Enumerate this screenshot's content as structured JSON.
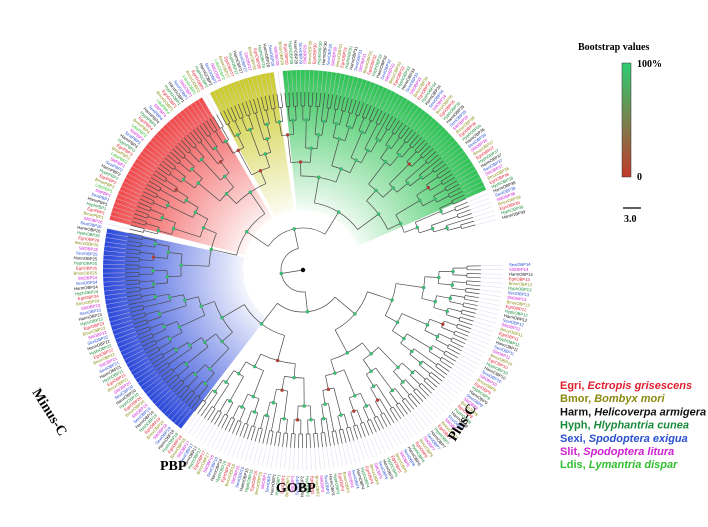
{
  "clades": [
    {
      "id": "minus-c",
      "label": "Minus-C",
      "color": "#1f3fd8",
      "start": 100,
      "end": 150
    },
    {
      "id": "pbp",
      "label": "PBP",
      "color": "#f04040",
      "start": 152,
      "end": 187
    },
    {
      "id": "gobp",
      "label": "GOBP",
      "color": "#c8c81e",
      "start": 189,
      "end": 204
    },
    {
      "id": "plus-c",
      "label": "Plus-C",
      "color": "#22c04a",
      "start": 206,
      "end": 262
    }
  ],
  "legend": {
    "title": "Bootstrap values",
    "max_label": "100%",
    "min_label": "0",
    "gradient_top": "#2ecc71",
    "gradient_bottom": "#c0392b",
    "scale_label": "3.0"
  },
  "species": [
    {
      "code": "Egri",
      "latin": "Ectropis grisescens",
      "color": "#e0202e"
    },
    {
      "code": "Bmor",
      "latin": "Bombyx mori",
      "color": "#8a8a10"
    },
    {
      "code": "Harm",
      "latin": "Helicoverpa armigera",
      "color": "#111111"
    },
    {
      "code": "Hyph",
      "latin": "Hlyphantria cunea",
      "color": "#1a8a3a"
    },
    {
      "code": "Sexi",
      "latin": "Spodoptera exigua",
      "color": "#2a4fd0"
    },
    {
      "code": "Slit",
      "latin": "Spodoptera litura",
      "color": "#d020d0"
    },
    {
      "code": "Ldis",
      "latin": "Lymantria dispar",
      "color": "#30c030"
    }
  ],
  "leaves": [
    "SexiOBP14",
    "SlitOBP14",
    "HarmOBP14",
    "EgriOBP13",
    "BmorOBP13",
    "HyphOBP13",
    "SexiOBP13",
    "SlitOBP13",
    "BmorOBP12",
    "EgriOBP12",
    "HyphOBP12",
    "HarmOBP12",
    "SexiOBP12",
    "SlitOBP12",
    "BmorOBP11",
    "EgriOBP11",
    "HyphOBP11",
    "HarmOBP11",
    "SexiOBP11",
    "SlitOBP11",
    "BmorOBP10",
    "EgriOBP10",
    "HyphOBP10",
    "HarmOBP10",
    "SexiOBP10",
    "SlitOBP10",
    "BmorOBP9",
    "EgriOBP9",
    "HyphOBP9",
    "HarmOBP9",
    "SexiOBP9",
    "SlitOBP9",
    "BmorOBP8",
    "EgriOBP8",
    "HyphOBP8",
    "HarmOBP8",
    "SexiOBP8",
    "SlitOBP8",
    "BmorOBP7",
    "EgriOBP7",
    "HyphOBP7",
    "HarmOBP7",
    "SexiOBP7",
    "SlitOBP7",
    "BmorOBP6",
    "EgriOBP6",
    "HyphOBP6",
    "HarmOBP6",
    "SexiOBP6",
    "SlitOBP6",
    "BmorOBP5",
    "EgriOBP5",
    "HyphOBP5",
    "HarmOBP5",
    "SexiOBP5",
    "SlitOBP5",
    "BmorOBP4",
    "EgriOBP4",
    "HyphOBP4",
    "HarmOBP4",
    "SexiOBP4",
    "SlitOBP4",
    "BmorOBP3",
    "EgriOBP3",
    "HyphOBP3",
    "HarmOBP3",
    "SexiOBP3",
    "SlitOBP3",
    "BmorOBP2",
    "EgriOBP2",
    "HyphOBP2",
    "HarmOBP2",
    "SexiOBP2",
    "SlitOBP2",
    "BmorOBP1",
    "EgriOBP1",
    "HyphOBP1",
    "HarmOBP1",
    "SexiOBP1",
    "SlitOBP1",
    "BmorOBP15",
    "EgriOBP15",
    "HyphOBP15",
    "HarmOBP15",
    "SexiOBP15",
    "SlitOBP15",
    "BmorOBP16",
    "EgriOBP16",
    "HyphOBP16",
    "HarmOBP16",
    "SexiOBP16",
    "SlitOBP16",
    "BmorOBP17",
    "EgriOBP17",
    "HyphOBP17",
    "HarmOBP17",
    "SexiOBP17",
    "SlitOBP17",
    "BmorOBP18",
    "EgriOBP18",
    "HyphOBP18",
    "HarmOBP18",
    "SexiOBP18",
    "SlitOBP18",
    "BmorOBP19",
    "EgriOBP19",
    "HyphOBP19",
    "HarmOBP19",
    "SexiOBP19",
    "SlitOBP19",
    "BmorOBP20",
    "EgriOBP20",
    "HyphOBP20",
    "HarmOBP20",
    "SexiOBP20",
    "SlitOBP20",
    "BmorOBP21",
    "EgriOBP21",
    "HyphOBP21",
    "HarmOBP21",
    "SexiOBP21",
    "SlitOBP21",
    "BmorOBP22",
    "EgriOBP22",
    "HyphOBP22",
    "HarmOBP22",
    "SexiOBP22",
    "SlitOBP22",
    "BmorOBP23",
    "EgriOBP23",
    "HyphOBP23",
    "HarmOBP23",
    "SexiOBP23",
    "SlitOBP23",
    "BmorOBP24",
    "EgriOBP24",
    "HyphOBP24",
    "HarmOBP24",
    "SexiOBP24",
    "SlitOBP24",
    "BmorOBP25",
    "EgriOBP25",
    "HyphOBP25",
    "HarmOBP25",
    "SexiOBP25",
    "SlitOBP25",
    "BmorOBP26",
    "EgriOBP26",
    "HyphOBP26",
    "HarmOBP26",
    "SexiOBP26",
    "SlitOBP26",
    "BmorPBP1",
    "EgriPBP1",
    "HyphPBP1",
    "HarmPBP1",
    "SexiPBP1",
    "SlitPBP1",
    "LdisPBP1",
    "BmorPBP2",
    "EgriPBP2",
    "HyphPBP2",
    "HarmPBP2",
    "SexiPBP2",
    "SlitPBP2",
    "LdisPBP2",
    "BmorPBP3",
    "EgriPBP3",
    "HyphPBP3",
    "HarmPBP3",
    "SexiPBP3",
    "SlitPBP3",
    "LdisPBP3",
    "BmorPBP4",
    "EgriPBP4",
    "HyphPBP4",
    "HarmPBP4",
    "SexiPBP4",
    "SlitPBP4",
    "LdisPBP4",
    "BmorGOBP1",
    "EgriGOBP1",
    "HyphGOBP1",
    "HarmGOBP1",
    "SexiGOBP1",
    "SlitGOBP1",
    "LdisGOBP1",
    "BmorGOBP2",
    "EgriGOBP2",
    "HyphGOBP2",
    "HarmGOBP2",
    "SexiGOBP2",
    "SlitGOBP2",
    "LdisGOBP2",
    "BmorOBP27",
    "EgriOBP27",
    "HyphOBP27",
    "HarmOBP27",
    "SexiOBP27",
    "SlitOBP27",
    "BmorOBP28",
    "EgriOBP28",
    "HyphOBP28",
    "HarmOBP28",
    "SexiOBP28",
    "SlitOBP28",
    "BmorOBP29",
    "EgriOBP29",
    "HyphOBP29",
    "HarmOBP29",
    "SexiOBP29",
    "SlitOBP29",
    "BmorOBP30",
    "EgriOBP30",
    "HyphOBP30",
    "HarmOBP30",
    "SexiOBP30",
    "SlitOBP30",
    "BmorOBP31",
    "EgriOBP31",
    "HyphOBP31",
    "HarmOBP31",
    "SexiOBP31",
    "SlitOBP31",
    "BmorOBP32",
    "EgriOBP32",
    "HyphOBP32",
    "HarmOBP32",
    "SexiOBP32",
    "SlitOBP32",
    "BmorOBP33",
    "EgriOBP33",
    "HyphOBP33",
    "HarmOBP33",
    "SexiOBP33",
    "SlitOBP33",
    "BmorOBP34",
    "EgriOBP34",
    "HyphOBP34",
    "HarmOBP34",
    "SexiOBP34",
    "SlitOBP34",
    "BmorOBP35",
    "EgriOBP35",
    "HyphOBP35",
    "HarmOBP35",
    "SexiOBP35",
    "SlitOBP35",
    "BmorOBP36",
    "EgriOBP36",
    "HyphOBP36",
    "HarmOBP36",
    "SexiOBP36",
    "SlitOBP36",
    "BmorOBP37",
    "EgriOBP37",
    "HyphOBP37",
    "HarmOBP37",
    "SexiOBP37",
    "SlitOBP37",
    "BmorOBP38",
    "EgriOBP38",
    "HyphOBP38",
    "HarmOBP38",
    "SexiOBP38",
    "SlitOBP38",
    "BmorOBP39",
    "EgriOBP39",
    "HyphOBP39",
    "HarmOBP39"
  ]
}
